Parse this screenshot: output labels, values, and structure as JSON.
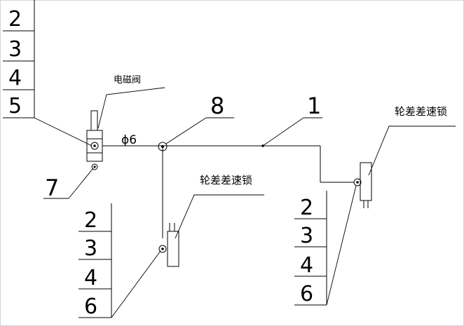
{
  "stack_top_left": [
    "2",
    "3",
    "4",
    "5"
  ],
  "stack_bottom_left": [
    "2",
    "3",
    "4",
    "6"
  ],
  "stack_bottom_right": [
    "2",
    "3",
    "4",
    "6"
  ],
  "labels": {
    "solenoid_valve": "电磁阀",
    "pipe_diameter": "ϕ6",
    "callout_8": "8",
    "callout_1": "1",
    "callout_7": "7",
    "wheel_lock_right": "轮差差速锁",
    "wheel_lock_middle": "轮差差速锁"
  },
  "colors": {
    "line": "#000000",
    "frame": "#cfd6dd"
  }
}
